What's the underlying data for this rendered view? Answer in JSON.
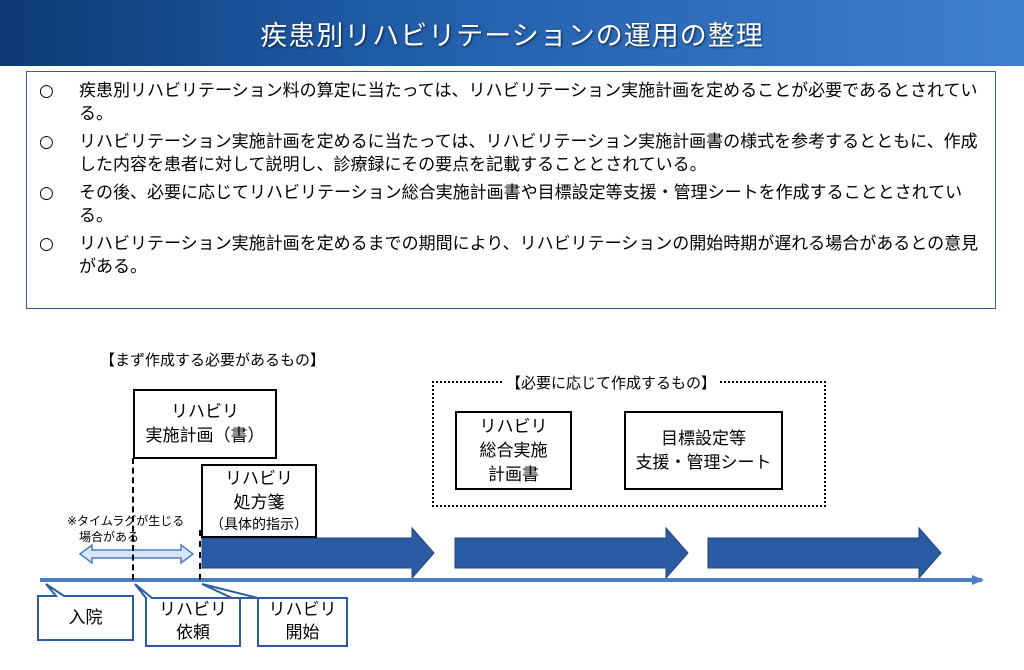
{
  "header": {
    "title": "疾患別リハビリテーションの運用の整理"
  },
  "notes": {
    "bullet_symbol": "○",
    "items": [
      "疾患別リハビリテーション料の算定に当たっては、リハビリテーション実施計画を定めることが必要であるとされている。",
      "リハビリテーション実施計画を定めるに当たっては、リハビリテーション実施計画書の様式を参考するとともに、作成した内容を患者に対して説明し、診療録にその要点を記載することとされている。",
      "その後、必要に応じてリハビリテーション総合実施計画書や目標設定等支援・管理シートを作成することとされている。",
      "リハビリテーション実施計画を定めるまでの期間により、リハビリテーションの開始時期が遅れる場合があるとの意見がある。"
    ]
  },
  "diagram": {
    "required_label": "【まず作成する必要があるもの】",
    "optional_label": "【必要に応じて作成するもの】",
    "plan_box": "リハビリ\n実施計画（書）",
    "prescription_box": "リハビリ\n処方箋",
    "prescription_note": "（具体的指示）",
    "comprehensive_box": "リハビリ\n総合実施\n計画書",
    "goal_box": "目標設定等\n支援・管理シート",
    "timelag_note": "※タイムラグが生じる\n　場合がある",
    "events": {
      "admission": "入院",
      "request": "リハビリ\n依頼",
      "start": "リハビリ\n開始"
    }
  },
  "colors": {
    "banner_dark": "#0e3a72",
    "banner_light": "#3f7fcf",
    "arrow_blue": "#2b5ca3",
    "timeline_blue": "#4a7ec4",
    "callout_border": "#2b5ca3"
  }
}
